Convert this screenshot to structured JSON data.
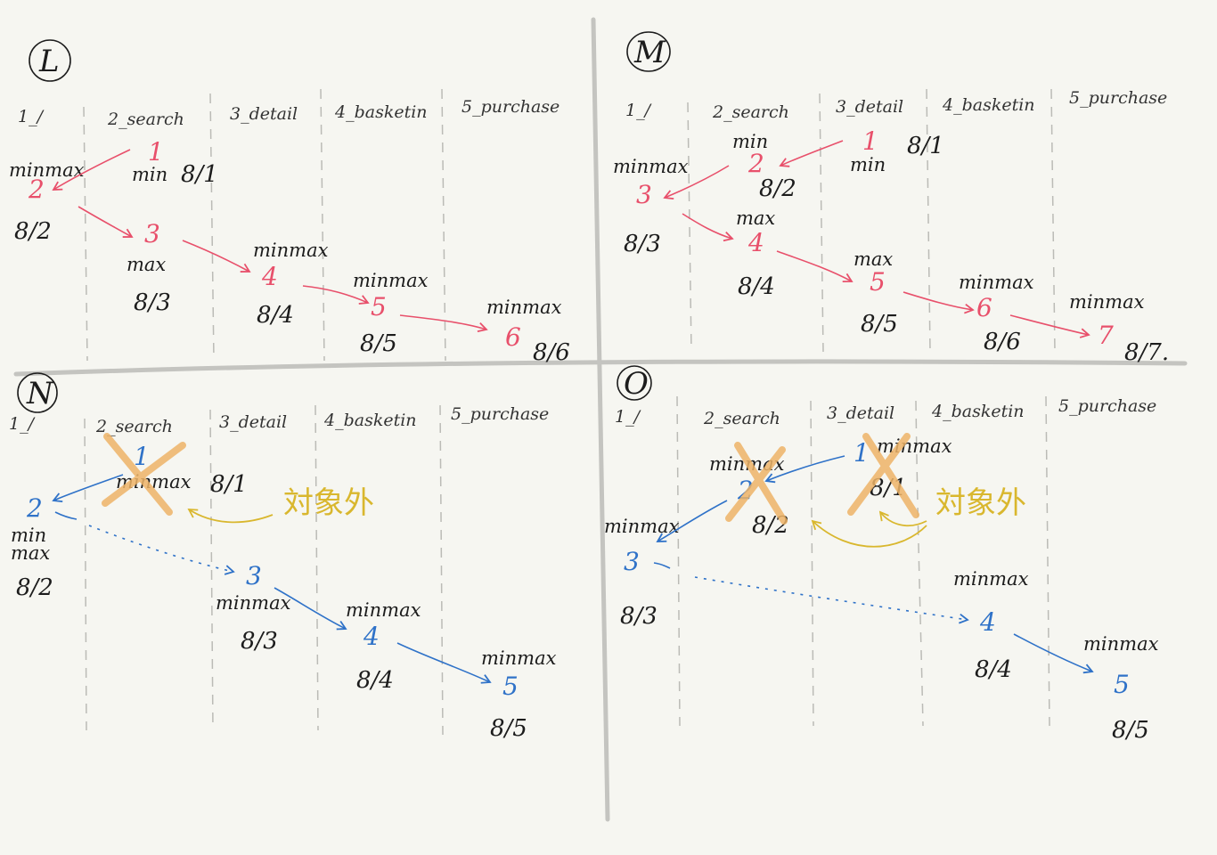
{
  "colors": {
    "paper": "#f6f6f1",
    "divider": "#c4c4c0",
    "column_line": "#bbbbb6",
    "ink": "#1c1c1c",
    "red": "#e8506b",
    "blue": "#2f72c8",
    "orange_cross": "#eeb468",
    "yellow_note": "#d9b72e"
  },
  "panels": {
    "L": {
      "letter": "L",
      "columns": [
        "1_/",
        "2_search",
        "3_detail",
        "4_basketin",
        "5_purchase"
      ],
      "nodes": [
        {
          "id": "1",
          "label": "min",
          "frac": "8/1"
        },
        {
          "id": "2",
          "label": "minmax",
          "frac": "8/2"
        },
        {
          "id": "3",
          "label": "max",
          "frac": "8/3"
        },
        {
          "id": "4",
          "label": "minmax",
          "frac": "8/4"
        },
        {
          "id": "5",
          "label": "minmax",
          "frac": "8/5"
        },
        {
          "id": "6",
          "label": "minmax",
          "frac": "8/6"
        }
      ]
    },
    "M": {
      "letter": "M",
      "columns": [
        "1_/",
        "2_search",
        "3_detail",
        "4_basketin",
        "5_purchase"
      ],
      "nodes": [
        {
          "id": "1",
          "label": "min",
          "frac": "8/1"
        },
        {
          "id": "2",
          "label": "min",
          "frac": "8/2"
        },
        {
          "id": "3",
          "label": "minmax",
          "frac": "8/3"
        },
        {
          "id": "4",
          "label": "max",
          "frac": "8/4"
        },
        {
          "id": "5",
          "label": "max",
          "frac": "8/5"
        },
        {
          "id": "6",
          "label": "minmax",
          "frac": "8/6"
        },
        {
          "id": "7",
          "label": "minmax",
          "frac": "8/7."
        }
      ]
    },
    "N": {
      "letter": "N",
      "columns": [
        "1_/",
        "2_search",
        "3_detail",
        "4_basketin",
        "5_purchase"
      ],
      "nodes": [
        {
          "id": "1",
          "label": "minmax",
          "frac": "8/1"
        },
        {
          "id": "2",
          "label": "min\nmax",
          "label_line1": "min",
          "label_line2": "max",
          "frac": "8/2"
        },
        {
          "id": "3",
          "label": "minmax",
          "frac": "8/3"
        },
        {
          "id": "4",
          "label": "minmax",
          "frac": "8/4"
        },
        {
          "id": "5",
          "label": "minmax",
          "frac": "8/5"
        }
      ],
      "note": "対象外"
    },
    "O": {
      "letter": "O",
      "columns": [
        "1_/",
        "2_search",
        "3_detail",
        "4_basketin",
        "5_purchase"
      ],
      "nodes": [
        {
          "id": "1",
          "label": "minmax",
          "frac": "8/1"
        },
        {
          "id": "2",
          "label": "minmax",
          "frac": "8/2"
        },
        {
          "id": "3",
          "label": "minmax",
          "frac": "8/3"
        },
        {
          "id": "4",
          "label": "minmax",
          "frac": "8/4"
        },
        {
          "id": "5",
          "label": "minmax",
          "frac": "8/5"
        }
      ],
      "note": "対象外"
    }
  }
}
